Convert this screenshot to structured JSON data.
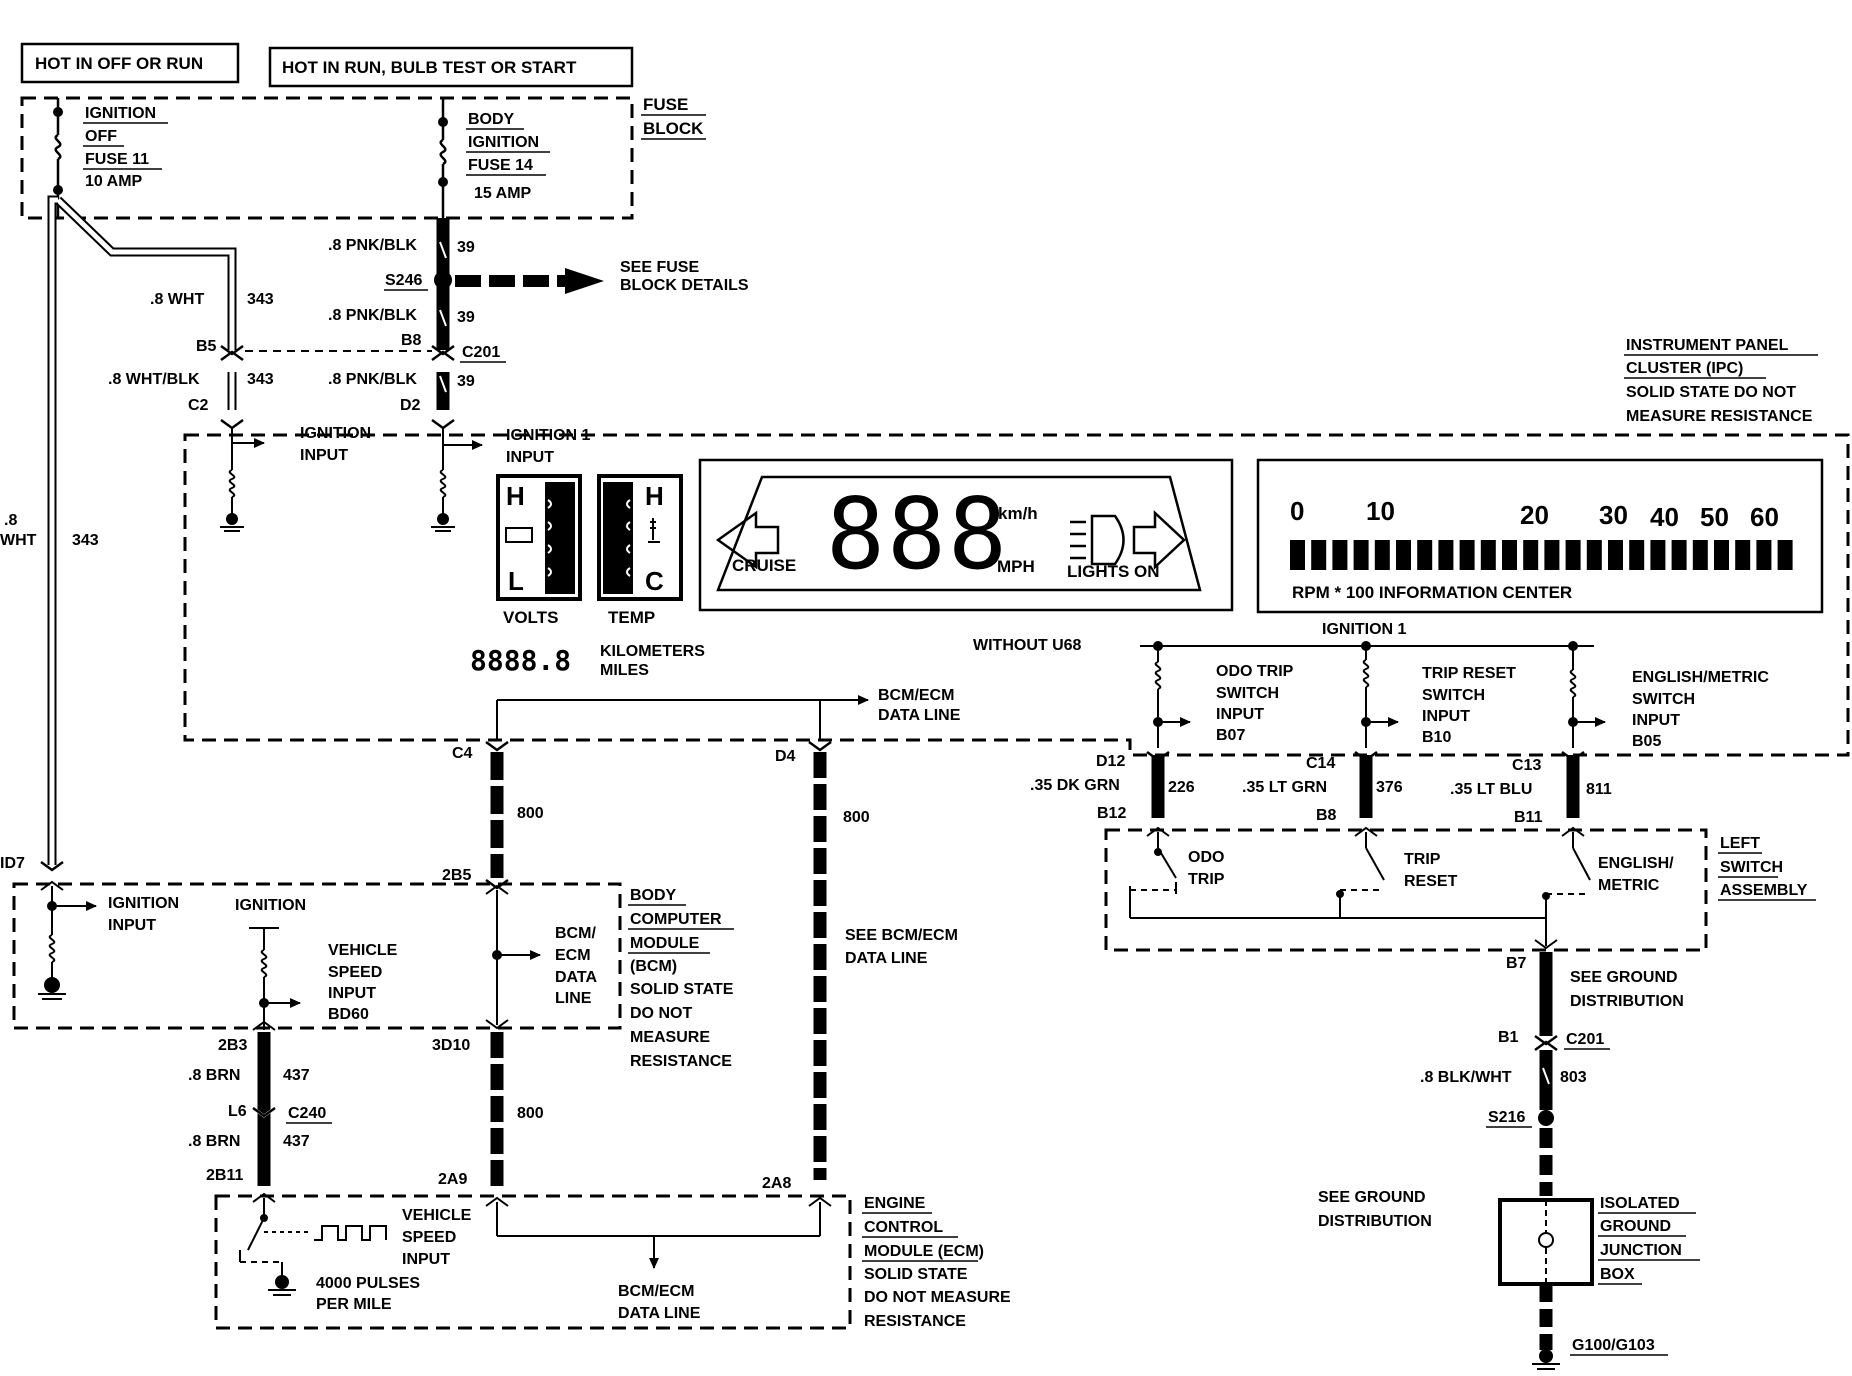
{
  "labels": {
    "hot_off_run": "HOT IN OFF OR RUN",
    "hot_run_bulb": "HOT IN RUN, BULB TEST OR START",
    "fuse_block": [
      "FUSE",
      "BLOCK"
    ],
    "fuse11": [
      "IGNITION",
      "OFF",
      "FUSE 11",
      "10 AMP"
    ],
    "fuse14": [
      "BODY",
      "IGNITION",
      "FUSE 14",
      "15  AMP"
    ],
    "pnkblk": ".8 PNK/BLK",
    "c39": "39",
    "s246": "S246",
    "see_fuse": [
      "SEE FUSE",
      "BLOCK DETAILS"
    ],
    "wht": ".8 WHT",
    "c343": "343",
    "b5": "B5",
    "b8": "B8",
    "c201": "C201",
    "whtblk": ".8 WHT/BLK",
    "c2": "C2",
    "d2": "D2",
    "ign_input": [
      "IGNITION",
      "INPUT"
    ],
    "ign1_input": [
      "IGNITION 1",
      "INPUT"
    ],
    "left_wire": [
      ".8",
      "WHT"
    ],
    "volts": "VOLTS",
    "temp": "TEMP",
    "gauge_h": "H",
    "gauge_l": "L",
    "gauge_c": "C",
    "odometer": "8888.8",
    "km_miles": [
      "KILOMETERS",
      "MILES"
    ],
    "cruise": "CRUISE",
    "speed_digits": "888",
    "kmh": "km/h",
    "mph": "MPH",
    "lights_on": "LIGHTS ON",
    "rpm_ticks": [
      "0",
      "10",
      "20",
      "30",
      "40",
      "50",
      "60"
    ],
    "rpm_label": "RPM * 100  INFORMATION CENTER",
    "ipc": [
      "INSTRUMENT PANEL",
      "CLUSTER (IPC)",
      "SOLID STATE DO NOT",
      "MEASURE RESISTANCE"
    ],
    "ignition1": "IGNITION 1",
    "without_u68": "WITHOUT U68",
    "odo_sw": [
      "ODO TRIP",
      "SWITCH",
      "INPUT",
      "B07"
    ],
    "trip_sw": [
      "TRIP RESET",
      "SWITCH",
      "INPUT",
      "B10"
    ],
    "eng_sw": [
      "ENGLISH/METRIC",
      "SWITCH",
      "INPUT",
      "B05"
    ],
    "bcm_ecm_data": [
      "BCM/ECM",
      "DATA LINE"
    ],
    "c4": "C4",
    "d4": "D4",
    "c800": "800",
    "d12": "D12",
    "c14": "C14",
    "c13": "C13",
    "dkgrn": ".35 DK GRN",
    "c226": "226",
    "ltgrn": ".35 LT GRN",
    "c376": "376",
    "ltblu": ".35 LT BLU",
    "c811": "811",
    "b12": "B12",
    "b8b": "B8",
    "b11": "B11",
    "odo_trip": [
      "ODO",
      "TRIP"
    ],
    "trip_reset": [
      "TRIP",
      "RESET"
    ],
    "eng_metric": [
      "ENGLISH/",
      "METRIC"
    ],
    "left_switch": [
      "LEFT",
      "SWITCH",
      "ASSEMBLY"
    ],
    "b7": "B7",
    "see_ground": [
      "SEE GROUND",
      "DISTRIBUTION"
    ],
    "b1": "B1",
    "c201b": "C201",
    "blkwht": ".8 BLK/WHT",
    "c803": "803",
    "s216": "S216",
    "see_ground2": [
      "SEE GROUND",
      "DISTRIBUTION"
    ],
    "isolated": [
      "ISOLATED",
      "GROUND",
      "JUNCTION",
      "BOX"
    ],
    "g100": "G100/G103",
    "id7": "ID7",
    "bcm_ign_input": [
      "IGNITION",
      "INPUT"
    ],
    "bcm_ignition": "IGNITION",
    "vss_input": [
      "VEHICLE",
      "SPEED",
      "INPUT",
      "BD60"
    ],
    "c2b5": "2B5",
    "bcm_data": [
      "BCM/",
      "ECM",
      "DATA",
      "LINE"
    ],
    "bcm": [
      "BODY",
      "COMPUTER",
      "MODULE",
      "(BCM)",
      "SOLID STATE",
      "DO NOT",
      "MEASURE",
      "RESISTANCE"
    ],
    "see_bcm": [
      "SEE BCM/ECM",
      "DATA LINE"
    ],
    "c2b3": "2B3",
    "brn": ".8 BRN",
    "c437": "437",
    "l6": "L6",
    "c240": "C240",
    "c3d10": "3D10",
    "c2b11": "2B11",
    "c2a9": "2A9",
    "c2a8": "2A8",
    "ecm_vss": [
      "VEHICLE",
      "SPEED",
      "INPUT"
    ],
    "pulses": [
      "4000 PULSES",
      "PER MILE"
    ],
    "ecm_data": [
      "BCM/ECM",
      "DATA LINE"
    ],
    "ecm": [
      "ENGINE",
      "CONTROL",
      "MODULE (ECM)",
      "SOLID STATE",
      "DO NOT MEASURE",
      "RESISTANCE"
    ]
  }
}
